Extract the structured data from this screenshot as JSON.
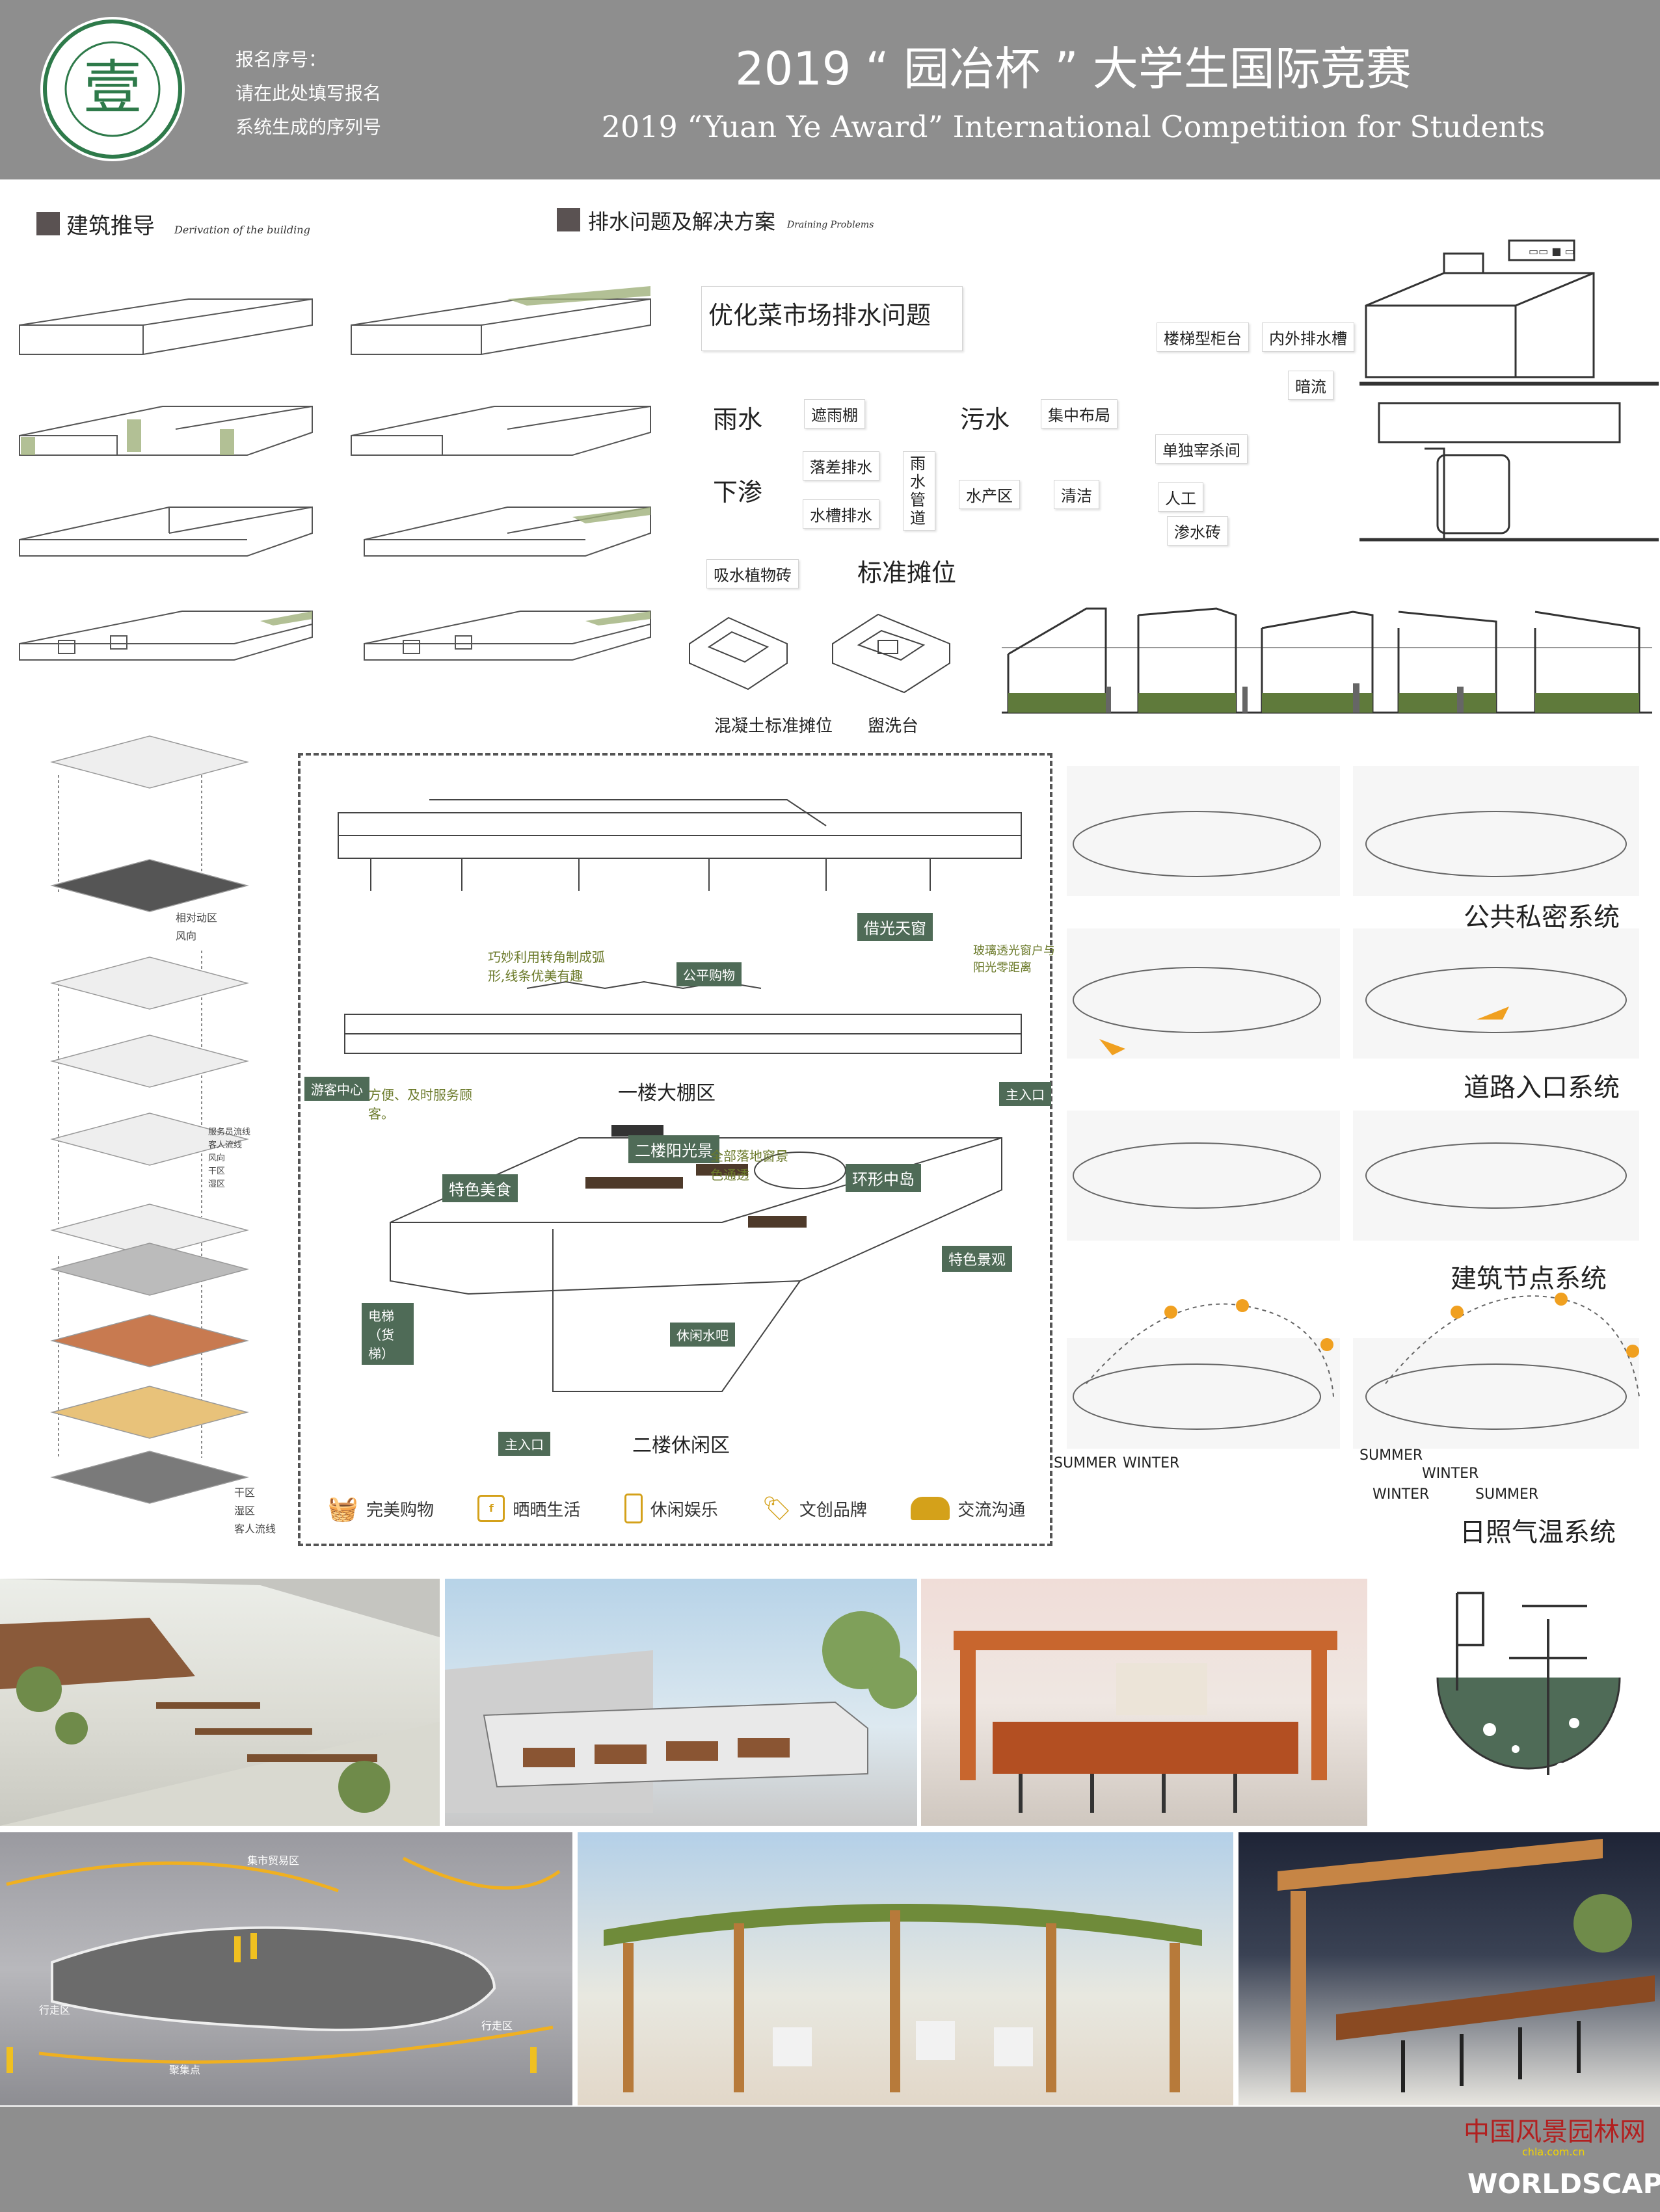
{
  "header": {
    "reg_lines": [
      "报名序号：",
      "请在此处填写报名",
      "系统生成的序列号"
    ],
    "title_cn": "2019 “ 园冶杯 ” 大学生国际竞赛",
    "title_en": "2019 “Yuan Ye Award” International Competition for  Students",
    "logo_char": "壹"
  },
  "sections": {
    "derivation_cn": "建筑推导",
    "derivation_en": "Derivation of the building",
    "drainage_cn": "排水问题及解决方案",
    "drainage_en": "Draining Problems"
  },
  "drainage": {
    "main": "优化菜市场排水问题",
    "rain": "雨水",
    "canopy": "遮雨棚",
    "seepage": "下渗",
    "drop": "落差排水",
    "pipe": "雨水管道",
    "trough": "水槽排水",
    "brick_plant": "吸水植物砖",
    "standard_stall": "标准摊位",
    "sewage": "污水",
    "central": "集中布局",
    "aquatic": "水产区",
    "clean": "清洁",
    "stair_counter": "楼梯型柜台",
    "trench": "内外排水槽",
    "culvert": "暗流",
    "single_room": "单独宰杀间",
    "manual": "人工",
    "perm_brick": "渗水砖",
    "concrete_stall": "混凝土标准摊位",
    "wash_basin": "盥洗台"
  },
  "left_legend": {
    "relative_zone": "相对动区",
    "wind": "风向",
    "service_flow": "服务员流线",
    "guest_flow_a": "客人流线",
    "wind2": "风向",
    "dry_zone": "干区",
    "wet_zone": "湿区",
    "dry": "干区",
    "wet": "湿区",
    "guest_flow": "客人流线"
  },
  "plan": {
    "callout_turn": "巧妙利用转角制成弧形,线条优美有趣",
    "skylight": "借光天窗",
    "fair_trade": "公平购物",
    "glass_window": "玻璃透光窗户与阳光零距离",
    "visitor_center": "游客中心",
    "convenient": "方便、及时服务顾客。",
    "floor1": "一楼大棚区",
    "main_entrance": "主入口",
    "view_2f": "二楼阳光景",
    "floor_window": "全部落地窗景色通透",
    "food": "特色美食",
    "island": "环形中岛",
    "feature_view": "特色景观",
    "elevator": "电梯（货梯）",
    "bar": "休闲水吧",
    "main_entrance2": "主入口",
    "floor2": "二楼休闲区"
  },
  "legend": [
    {
      "icon": "shopping-basket-icon",
      "label": "完美购物"
    },
    {
      "icon": "facebook-icon",
      "label": "晒晒生活"
    },
    {
      "icon": "phone-icon",
      "label": "休闲娱乐"
    },
    {
      "icon": "tag-icon",
      "label": "文创品牌"
    },
    {
      "icon": "people-icon",
      "label": "交流沟通"
    }
  ],
  "systems": {
    "public_private": "公共私密系统",
    "road_entry": "道路入口系统",
    "node": "建筑节点系统",
    "sun": "日照气温系统",
    "summer1": "SUMMER",
    "winter1": "WINTER",
    "summer2": "SUMMER",
    "winter2": "WINTER",
    "winter3": "WINTER",
    "summer3": "SUMMER"
  },
  "render_labels": {
    "market_zone": "集市贸易区",
    "pass1": "行走区",
    "pass2": "行走区",
    "gathering": "聚集点"
  },
  "footer": {
    "brand_cn": "中国风景园林网",
    "brand_url": "chla.com.cn",
    "brand_en": "WORLDSCAPE"
  },
  "colors": {
    "header_gray": "#8e8e8e",
    "accent_green": "#4f6b57",
    "logo_green": "#2e7a4a",
    "ground_green": "#5f7a3b",
    "highlight_yellow": "#f4dd8a"
  }
}
